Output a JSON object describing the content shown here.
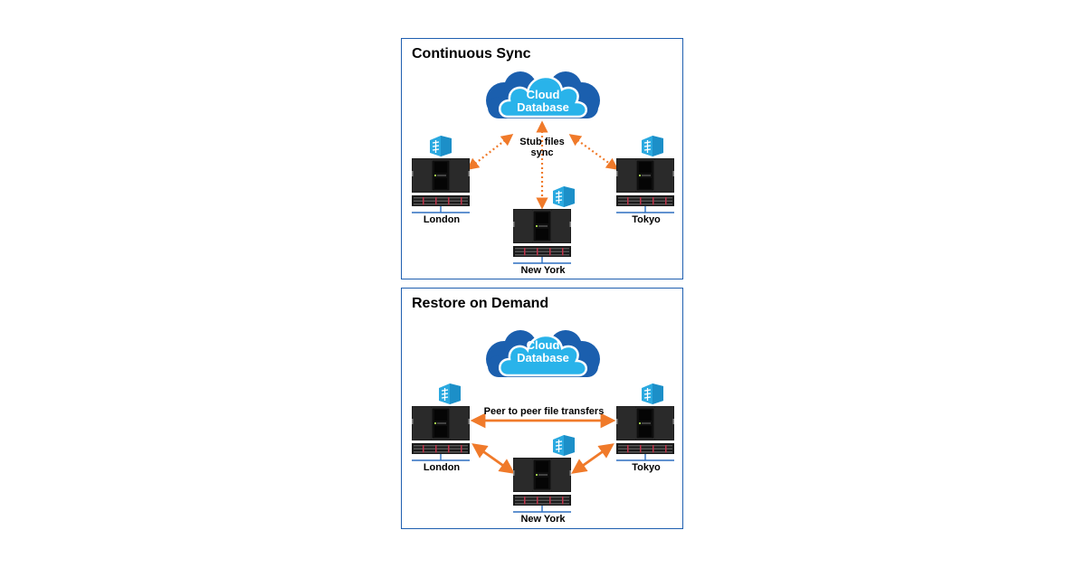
{
  "colors": {
    "border": "#1f5fb0",
    "arrow": "#f07a2a",
    "cloud_front": "#29b3ea",
    "cloud_back": "#1b5fae",
    "building": "#2aa9e0",
    "rack": "#1c1c1c",
    "site_line": "#2d6fc0"
  },
  "panels": [
    {
      "title": "Continuous Sync",
      "cloud": {
        "line1": "Cloud",
        "line2": "Database"
      },
      "connector_label": {
        "line1": "Stub files",
        "line2": "sync"
      },
      "connector_style": "dotted",
      "sites": [
        {
          "name": "London"
        },
        {
          "name": "New York"
        },
        {
          "name": "Tokyo"
        }
      ]
    },
    {
      "title": "Restore on Demand",
      "cloud": {
        "line1": "Cloud",
        "line2": "Database"
      },
      "connector_label": {
        "line1": "Peer to peer file transfers"
      },
      "connector_style": "solid",
      "sites": [
        {
          "name": "London"
        },
        {
          "name": "New York"
        },
        {
          "name": "Tokyo"
        }
      ]
    }
  ]
}
